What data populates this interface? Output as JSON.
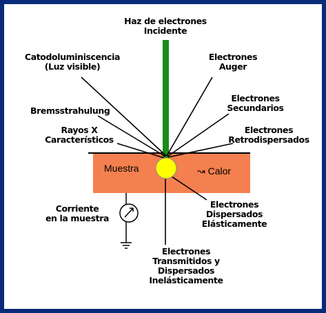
{
  "diagram": {
    "beam_label": [
      "Haz de electrones",
      "Incidente"
    ],
    "cathodoluminescence": [
      "Catodoluminiscencia",
      "(Luz visible)"
    ],
    "auger": [
      "Electrones",
      "Auger"
    ],
    "secondary": [
      "Electrones",
      "Secundarios"
    ],
    "bremsstrahlung": "Bremsstrahulung",
    "backscattered": [
      "Electrones",
      "Retrodispersados"
    ],
    "xrays": [
      "Rayos X",
      "Característicos"
    ],
    "sample": "Muestra",
    "heat": "↝ Calor",
    "elastic": [
      "Electrones",
      "Dispersados",
      "Elásticamente"
    ],
    "current": [
      "Corriente",
      "en la muestra"
    ],
    "transmitted": [
      "Electrones",
      "Transmitidos y",
      "Dispersados",
      "Inelásticamente"
    ]
  },
  "colors": {
    "border": "#0a2a7a",
    "beam": "#1a8a1a",
    "sample": "#f4804f",
    "interaction_volume": "#ffff00",
    "lines": "#000000"
  }
}
